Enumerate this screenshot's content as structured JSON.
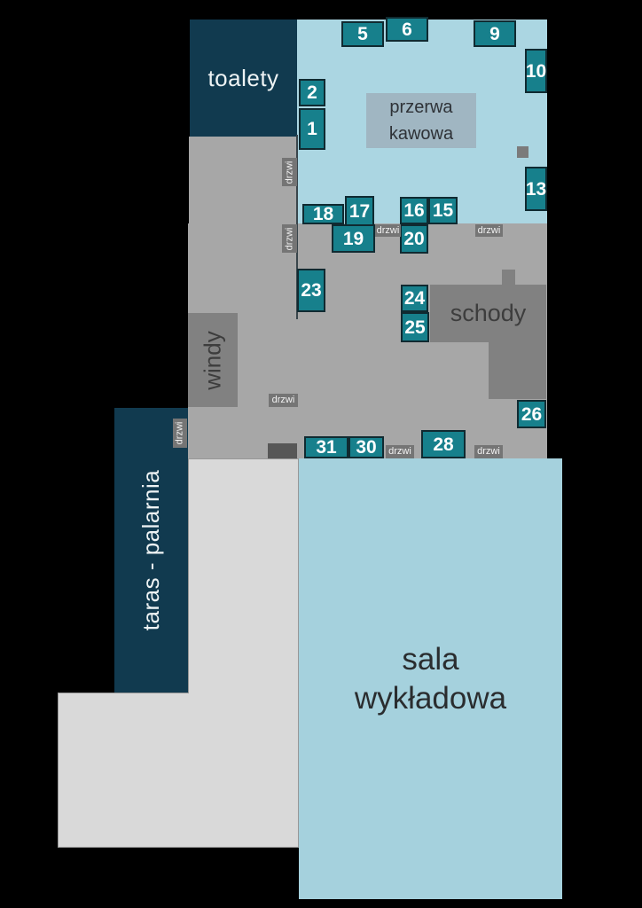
{
  "rooms": {
    "toalety": {
      "label": "toalety"
    },
    "coffee_area": {
      "label_line1": "przerwa",
      "label_line2": "kawowa"
    },
    "windy": {
      "label": "windy"
    },
    "schody": {
      "label": "schody"
    },
    "taras_palarnia": {
      "label": "taras - palarnia"
    },
    "sala_wykladowa": {
      "label_line1": "sala",
      "label_line2": "wykładowa"
    }
  },
  "door_label": "drzwi",
  "booths": {
    "b1": "1",
    "b2": "2",
    "b5": "5",
    "b6": "6",
    "b9": "9",
    "b10": "10",
    "b13": "13",
    "b15": "15",
    "b16": "16",
    "b17": "17",
    "b18": "18",
    "b19": "19",
    "b20": "20",
    "b23": "23",
    "b24": "24",
    "b25": "25",
    "b26": "26",
    "b28": "28",
    "b30": "30",
    "b31": "31"
  },
  "colors": {
    "navy": "#113a4f",
    "booth_teal": "#17808c",
    "booth_border": "#102a31",
    "room_light_blue": "#abd6e2",
    "sala_blue": "#a5d1dd",
    "corridor_gray": "#a7a7a7",
    "feature_gray": "#818181",
    "coffee_gray_blue": "#a0b6c2",
    "floor_light_gray": "#d9d9d9",
    "door_tag_gray": "#757575"
  }
}
